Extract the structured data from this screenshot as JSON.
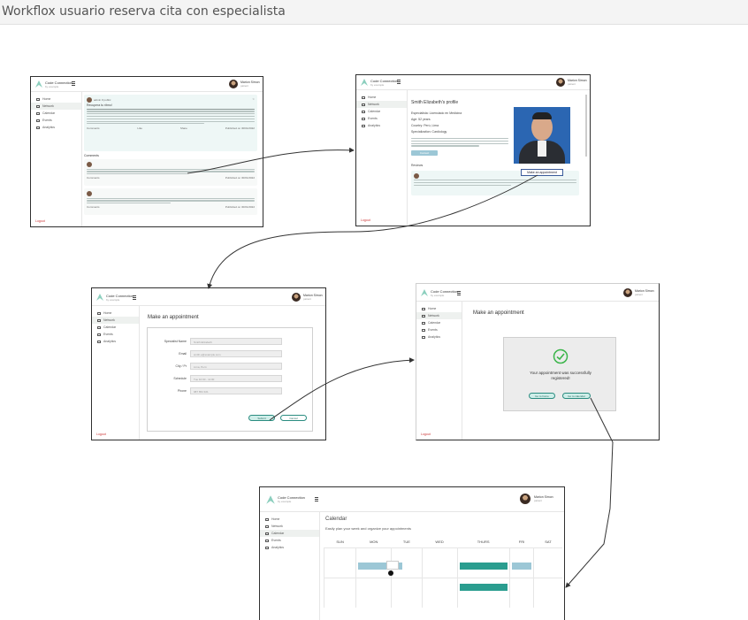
{
  "diagram": {
    "title": "Workflox usuario reserva cita con especialista"
  },
  "app": {
    "brand": "Code Connection",
    "brand_sub": "by example",
    "user_name": "Marion Simon",
    "user_role": "patient"
  },
  "nav": [
    "Home",
    "Network",
    "Calendar",
    "Events",
    "Analytics"
  ],
  "logout": "Logout",
  "screen1": {
    "post_author": "admin",
    "post_tag": "# public",
    "post_title": "Recupera tu ritmo!",
    "comments_title": "Comments",
    "published": "Published on 30/01/2022",
    "actions": [
      "Comments",
      "Like",
      "Share"
    ]
  },
  "screen2": {
    "title": "Smith Elizabeth's profile",
    "lines": [
      "Especialista: Licenciado en Medicina",
      "Age: 52 years",
      "Country: Perú, Lima",
      "Specialization: Cardiology"
    ],
    "button": "Make an appointment",
    "contact": "Contact",
    "reviews": "Reviews"
  },
  "screen3": {
    "title": "Make an appointment",
    "fields": [
      {
        "label": "Specialist Name",
        "value": "Smith Elizabeth"
      },
      {
        "label": "Email",
        "value": "smith.e@example.com"
      },
      {
        "label": "City / Pr",
        "value": "Lima, Perú"
      },
      {
        "label": "Schedule",
        "value": "Tue 10:00 - 11:00"
      },
      {
        "label": "Phone",
        "value": "987 654 321"
      }
    ],
    "submit": "Submit",
    "cancel": "Cancel"
  },
  "screen4": {
    "title": "Make an appointment",
    "message": "Your appointment was successfully registered!",
    "btn_left": "Go to home",
    "btn_right": "Go to calendar"
  },
  "screen5": {
    "title": "Calendar",
    "subtitle": "Easily plan your week and organize your appointments",
    "days": [
      "SUN",
      "MON",
      "TUE",
      "WED",
      "THURS",
      "FRI",
      "SAT"
    ]
  },
  "colors": {
    "teal": "#2a9d8f",
    "light_blue": "#9cc7d6",
    "check_green": "#3bb54a"
  }
}
